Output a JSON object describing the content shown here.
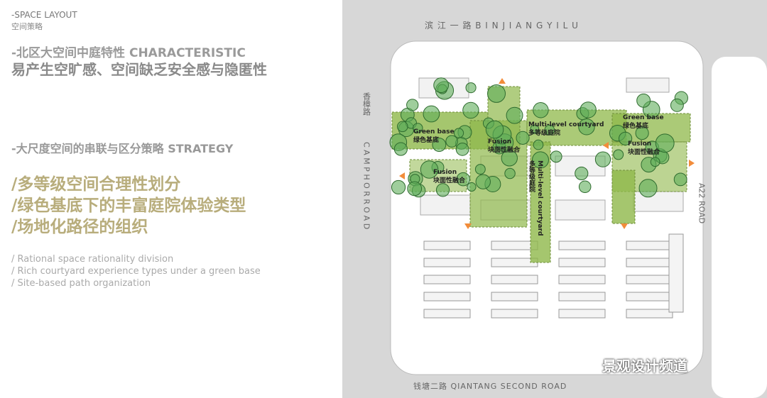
{
  "header": {
    "section_en": "-SPACE LAYOUT",
    "section_cn": "空间策略"
  },
  "characteristic": {
    "title": "-北区大空间中庭特性 CHARACTERISTIC",
    "desc": "易产生空旷感、空间缺乏安全感与隐匿性"
  },
  "strategy": {
    "title": "-大尺度空间的串联与区分策略 STRATEGY",
    "points_cn": [
      "/多等级空间合理性划分",
      "/绿色基底下的丰富庭院体验类型",
      "/场地化路径的组织"
    ],
    "points_en": [
      "/ Rational space rationality division",
      "/ Rich courtyard experience types under a green base",
      "/ Site-based path organization"
    ]
  },
  "plan": {
    "roads": {
      "north": "滨 江 一 路 B I N J I A N G   Y I L U",
      "west_cn": "香樟路",
      "west_en": "C A M P H O R   R O A D",
      "east": "A22 ROAD",
      "south": "钱塘二路 QIANTANG SECOND ROAD"
    },
    "labels": {
      "green_base_en": "Green base",
      "green_base_cn": "绿色基底",
      "fusion_en": "Fusion",
      "fusion_cn": "块面性融合",
      "multi_en": "Multi-level courtyard",
      "multi_cn": "多等级庭院"
    },
    "colors": {
      "zone": "#8fb84a",
      "tree": "#5fae5a",
      "arrow": "#f28c3a"
    }
  },
  "watermark": "景观设计频道"
}
